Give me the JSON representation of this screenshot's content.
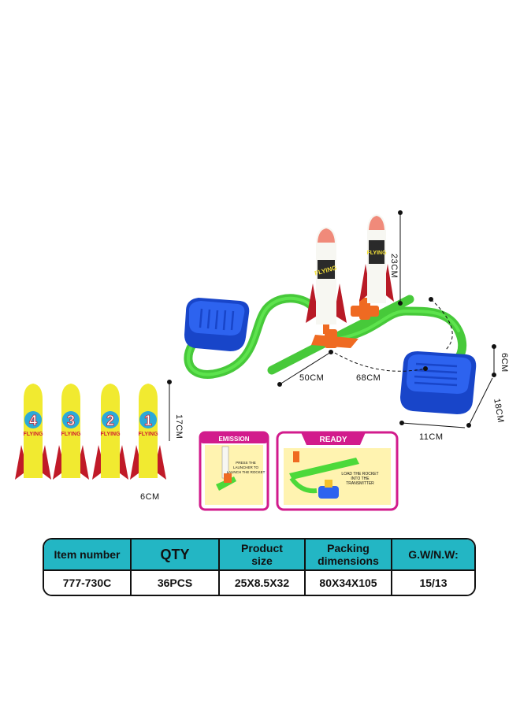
{
  "dimensions": {
    "launcher_height": "23CM",
    "hose_length_short": "50CM",
    "hose_length_long": "68CM",
    "pad_height": "6CM",
    "pad_depth": "18CM",
    "pad_width": "11CM",
    "rocket_height": "17CM",
    "rocket_width": "6CM"
  },
  "rockets": [
    {
      "number": "4",
      "label": "FLYING"
    },
    {
      "number": "3",
      "label": "FLYING"
    },
    {
      "number": "2",
      "label": "FLYING"
    },
    {
      "number": "1",
      "label": "FLYING"
    }
  ],
  "instructions": {
    "emission_title": "EMISSION",
    "emission_text_1": "PRESS THE",
    "emission_text_2": "LAUNCHER TO",
    "emission_text_3": "LAUNCH THE ROCKET",
    "ready_title": "READY",
    "ready_text_1": "LOAD THE ROCKET",
    "ready_text_2": "INTO THE",
    "ready_text_3": "TRANSMITTER"
  },
  "spec_table": {
    "headers": [
      "Item number",
      "QTY",
      "Product size",
      "Packing dimensions",
      "G.W/N.W:"
    ],
    "values": [
      "777-730C",
      "36PCS",
      "25X8.5X32",
      "80X34X105",
      "15/13"
    ]
  },
  "colors": {
    "table_header": "#23b6c4",
    "pad_blue": "#1f4fd6",
    "hose_green": "#4cd93a",
    "rocket_red": "#c81e2b",
    "rocket_yellow": "#f3e92a",
    "instruction_border": "#d21b8c"
  }
}
